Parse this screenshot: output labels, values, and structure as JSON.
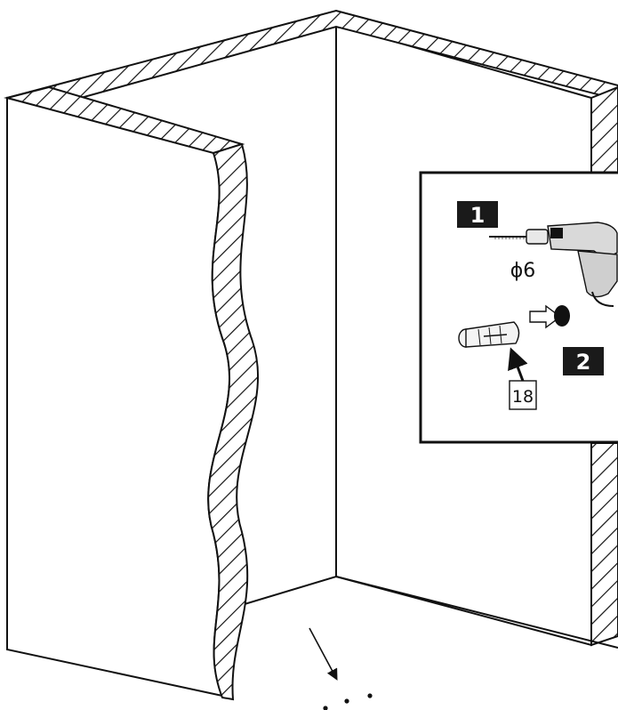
{
  "diagram": {
    "steps": [
      {
        "number": "1",
        "drill_size": "ϕ6"
      },
      {
        "number": "2",
        "part_label": "18"
      }
    ],
    "colors": {
      "line": "#111111",
      "badge_bg": "#1a1a1a",
      "badge_text": "#ffffff",
      "hatch": "#111111",
      "background": "#ffffff"
    },
    "icons": {
      "drill": "power-drill-icon",
      "anchor": "wall-plug-anchor-icon",
      "hole": "drilled-hole-icon"
    }
  }
}
